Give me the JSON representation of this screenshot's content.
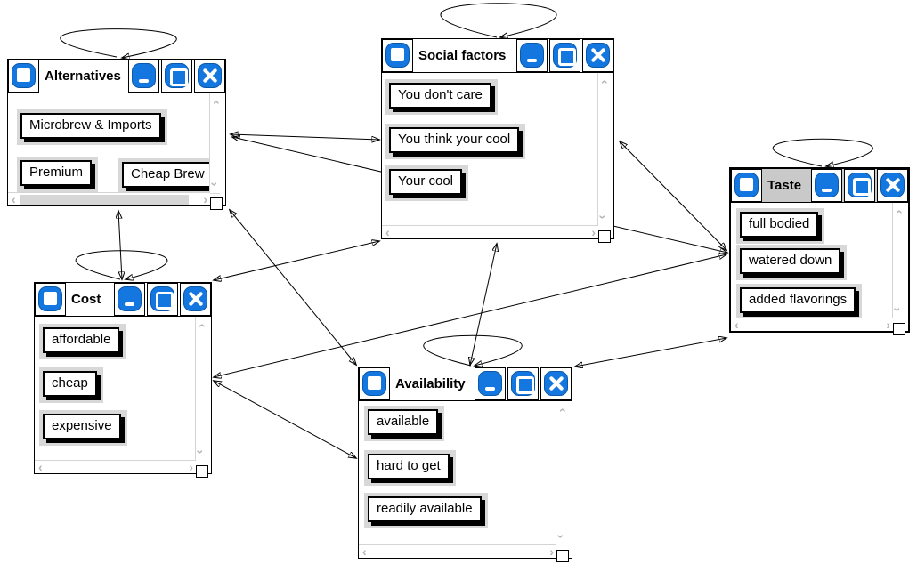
{
  "colors": {
    "accent_blue": "#1477DF",
    "active_titlebar_gray": "#c9c9c9",
    "button_pad_gray": "#d8d8d8",
    "edge_color": "#000000"
  },
  "icons": {
    "chevron_left": "‹",
    "chevron_right": "›",
    "system_menu": "blue rounded square with white square",
    "minimize": "white underscore on blue",
    "maximize": "white square outline on blue",
    "close": "white X on blue"
  },
  "windows": [
    {
      "id": "alternatives",
      "title": "Alternatives",
      "active": false,
      "items": [
        "Microbrew & Imports",
        "Premium",
        "Cheap Brew"
      ]
    },
    {
      "id": "social-factors",
      "title": "Social factors",
      "active": false,
      "items": [
        "You don't care",
        "You think your cool",
        "Your cool"
      ]
    },
    {
      "id": "taste",
      "title": "Taste",
      "active": true,
      "items": [
        "full bodied",
        "watered down",
        "added flavorings"
      ]
    },
    {
      "id": "cost",
      "title": "Cost",
      "active": false,
      "items": [
        "affordable",
        "cheap",
        "expensive"
      ]
    },
    {
      "id": "availability",
      "title": "Availability",
      "active": false,
      "items": [
        "available",
        "hard to get",
        "readily available"
      ]
    }
  ],
  "connections": [
    {
      "from": "Alternatives",
      "to": "Social factors",
      "type": "double-arrow"
    },
    {
      "from": "Alternatives",
      "to": "Taste",
      "type": "double-arrow"
    },
    {
      "from": "Alternatives",
      "to": "Cost",
      "type": "double-arrow"
    },
    {
      "from": "Alternatives",
      "to": "Availability",
      "type": "double-arrow"
    },
    {
      "from": "Social factors",
      "to": "Cost",
      "type": "double-arrow"
    },
    {
      "from": "Social factors",
      "to": "Taste",
      "type": "double-arrow"
    },
    {
      "from": "Social factors",
      "to": "Availability",
      "type": "double-arrow"
    },
    {
      "from": "Cost",
      "to": "Taste",
      "type": "double-arrow"
    },
    {
      "from": "Cost",
      "to": "Availability",
      "type": "double-arrow"
    },
    {
      "from": "Availability",
      "to": "Taste",
      "type": "double-arrow"
    },
    {
      "from": "Alternatives",
      "to": "Alternatives",
      "type": "self-loop"
    },
    {
      "from": "Social factors",
      "to": "Social factors",
      "type": "self-loop"
    },
    {
      "from": "Taste",
      "to": "Taste",
      "type": "self-loop"
    },
    {
      "from": "Cost",
      "to": "Cost",
      "type": "self-loop"
    },
    {
      "from": "Availability",
      "to": "Availability",
      "type": "self-loop"
    }
  ]
}
